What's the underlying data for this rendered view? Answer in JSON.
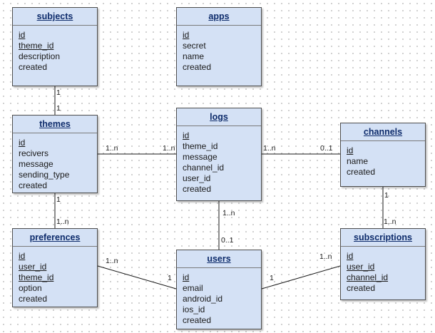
{
  "entities": {
    "subjects": {
      "title": "subjects",
      "fields": [
        "id",
        "theme_id",
        "description",
        "created"
      ],
      "keys": [
        "id",
        "theme_id"
      ]
    },
    "apps": {
      "title": "apps",
      "fields": [
        "id",
        "secret",
        "name",
        "created"
      ],
      "keys": [
        "id"
      ]
    },
    "themes": {
      "title": "themes",
      "fields": [
        "id",
        "recivers",
        "message",
        "sending_type",
        "created"
      ],
      "keys": [
        "id"
      ]
    },
    "logs": {
      "title": "logs",
      "fields": [
        "id",
        "theme_id",
        "message",
        "channel_id",
        "user_id",
        "created"
      ],
      "keys": [
        "id"
      ]
    },
    "channels": {
      "title": "channels",
      "fields": [
        "id",
        "name",
        "created"
      ],
      "keys": [
        "id"
      ]
    },
    "preferences": {
      "title": "preferences",
      "fields": [
        "id",
        "user_id",
        "theme_id",
        "option",
        "created"
      ],
      "keys": [
        "id",
        "user_id",
        "theme_id"
      ]
    },
    "users": {
      "title": "users",
      "fields": [
        "id",
        "email",
        "android_id",
        "ios_id",
        "created"
      ],
      "keys": [
        "id"
      ]
    },
    "subscriptions": {
      "title": "subscriptions",
      "fields": [
        "id",
        "user_id",
        "channel_id",
        "created"
      ],
      "keys": [
        "id",
        "user_id",
        "channel_id"
      ]
    }
  },
  "relations": {
    "subjects_themes": {
      "from": "subjects",
      "to": "themes",
      "from_label": "1",
      "to_label": "1"
    },
    "themes_logs": {
      "from": "themes",
      "to": "logs",
      "from_label": "1..n",
      "to_label": "1..n"
    },
    "logs_channels": {
      "from": "logs",
      "to": "channels",
      "from_label": "1..n",
      "to_label": "0..1"
    },
    "themes_preferences": {
      "from": "themes",
      "to": "preferences",
      "from_label": "1",
      "to_label": "1..n"
    },
    "logs_users": {
      "from": "logs",
      "to": "users",
      "from_label": "1..n",
      "to_label": "0..1"
    },
    "channels_subscriptions": {
      "from": "channels",
      "to": "subscriptions",
      "from_label": "1",
      "to_label": "1..n"
    },
    "preferences_users": {
      "from": "preferences",
      "to": "users",
      "from_label": "1..n",
      "to_label": "1"
    },
    "users_subscriptions": {
      "from": "users",
      "to": "subscriptions",
      "from_label": "1",
      "to_label": "1..n"
    }
  },
  "colors": {
    "entity_fill": "#d4e1f5",
    "entity_border": "#4d4d4d",
    "title_text": "#0d2b6b",
    "line": "#1a1a1a"
  }
}
